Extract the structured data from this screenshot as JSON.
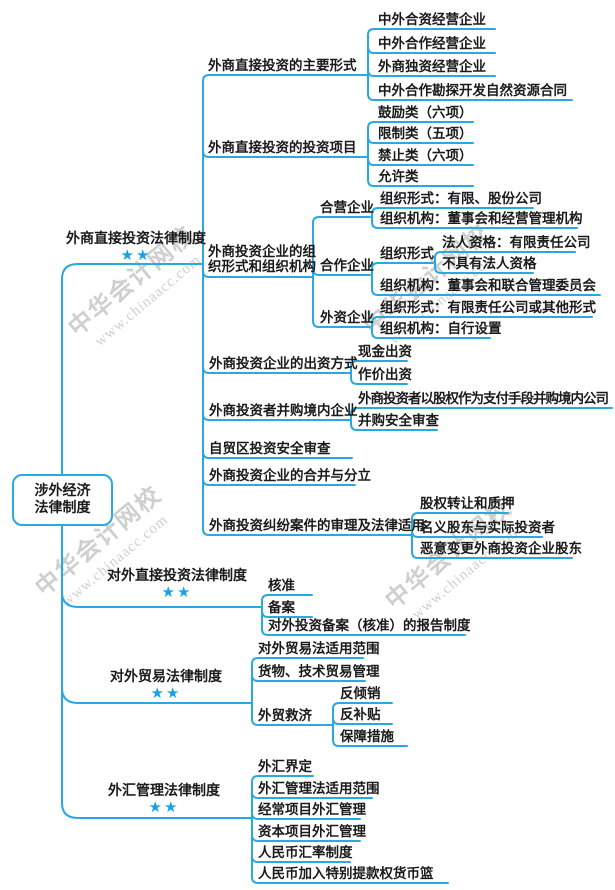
{
  "colors": {
    "line": "#2aa8e0",
    "star": "#15a3e5",
    "text": "#1a1a1a",
    "watermark": "#c7c7c7"
  },
  "watermark": {
    "line1": "中华会计网校",
    "line2": "www.chinaacc.com"
  },
  "mindmap": {
    "root": {
      "label": "涉外经济法律制度",
      "line1": "涉外经济",
      "line2": "法律制度"
    },
    "branches": [
      {
        "label": "外商直接投资法律制度",
        "stars": "★★",
        "children": [
          {
            "label": "外商直接投资的主要形式",
            "children": [
              {
                "label": "中外合资经营企业"
              },
              {
                "label": "中外合作经营企业"
              },
              {
                "label": "外商独资经营企业"
              },
              {
                "label": "中外合作勘探开发自然资源合同"
              }
            ]
          },
          {
            "label": "外商直接投资的投资项目",
            "children": [
              {
                "label": "鼓励类（六项）"
              },
              {
                "label": "限制类（五项）"
              },
              {
                "label": "禁止类（六项）"
              },
              {
                "label": "允许类"
              }
            ]
          },
          {
            "label": "外商投资企业的组织形式和组织机构",
            "line1": "外商投资企业的组",
            "line2": "织形式和组织机构",
            "children": [
              {
                "label": "合营企业",
                "children": [
                  {
                    "label": "组织形式：有限、股份公司"
                  },
                  {
                    "label": "组织机构：董事会和经营管理机构"
                  }
                ]
              },
              {
                "label": "合作企业",
                "children": [
                  {
                    "label": "组织形式",
                    "children": [
                      {
                        "label": "法人资格：有限责任公司"
                      },
                      {
                        "label": "不具有法人资格"
                      }
                    ]
                  },
                  {
                    "label": "组织机构：董事会和联合管理委员会"
                  }
                ]
              },
              {
                "label": "外资企业",
                "children": [
                  {
                    "label": "组织形式：有限责任公司或其他形式"
                  },
                  {
                    "label": "组织机构：自行设置"
                  }
                ]
              }
            ]
          },
          {
            "label": "外商投资企业的出资方式",
            "children": [
              {
                "label": "现金出资"
              },
              {
                "label": "作价出资"
              }
            ]
          },
          {
            "label": "外商投资者并购境内企业",
            "children": [
              {
                "label": "外商投资者以股权作为支付手段并购境内公司"
              },
              {
                "label": "并购安全审查"
              }
            ]
          },
          {
            "label": "自贸区投资安全审查"
          },
          {
            "label": "外商投资企业的合并与分立"
          },
          {
            "label": "外商投资纠纷案件的审理及法律适用",
            "children": [
              {
                "label": "股权转让和质押"
              },
              {
                "label": "名义股东与实际投资者"
              },
              {
                "label": "恶意变更外商投资企业股东"
              }
            ]
          }
        ]
      },
      {
        "label": "对外直接投资法律制度",
        "stars": "★★",
        "children": [
          {
            "label": "核准"
          },
          {
            "label": "备案"
          },
          {
            "label": "对外投资备案（核准）的报告制度"
          }
        ]
      },
      {
        "label": "对外贸易法律制度",
        "stars": "★★",
        "children": [
          {
            "label": "对外贸易法适用范围"
          },
          {
            "label": "货物、技术贸易管理"
          },
          {
            "label": "外贸救济",
            "children": [
              {
                "label": "反倾销"
              },
              {
                "label": "反补贴"
              },
              {
                "label": "保障措施"
              }
            ]
          }
        ]
      },
      {
        "label": "外汇管理法律制度",
        "stars": "★★",
        "children": [
          {
            "label": "外汇界定"
          },
          {
            "label": "外汇管理法适用范围"
          },
          {
            "label": "经常项目外汇管理"
          },
          {
            "label": "资本项目外汇管理"
          },
          {
            "label": "人民币汇率制度"
          },
          {
            "label": "人民币加入特别提款权货币篮"
          }
        ]
      }
    ]
  }
}
